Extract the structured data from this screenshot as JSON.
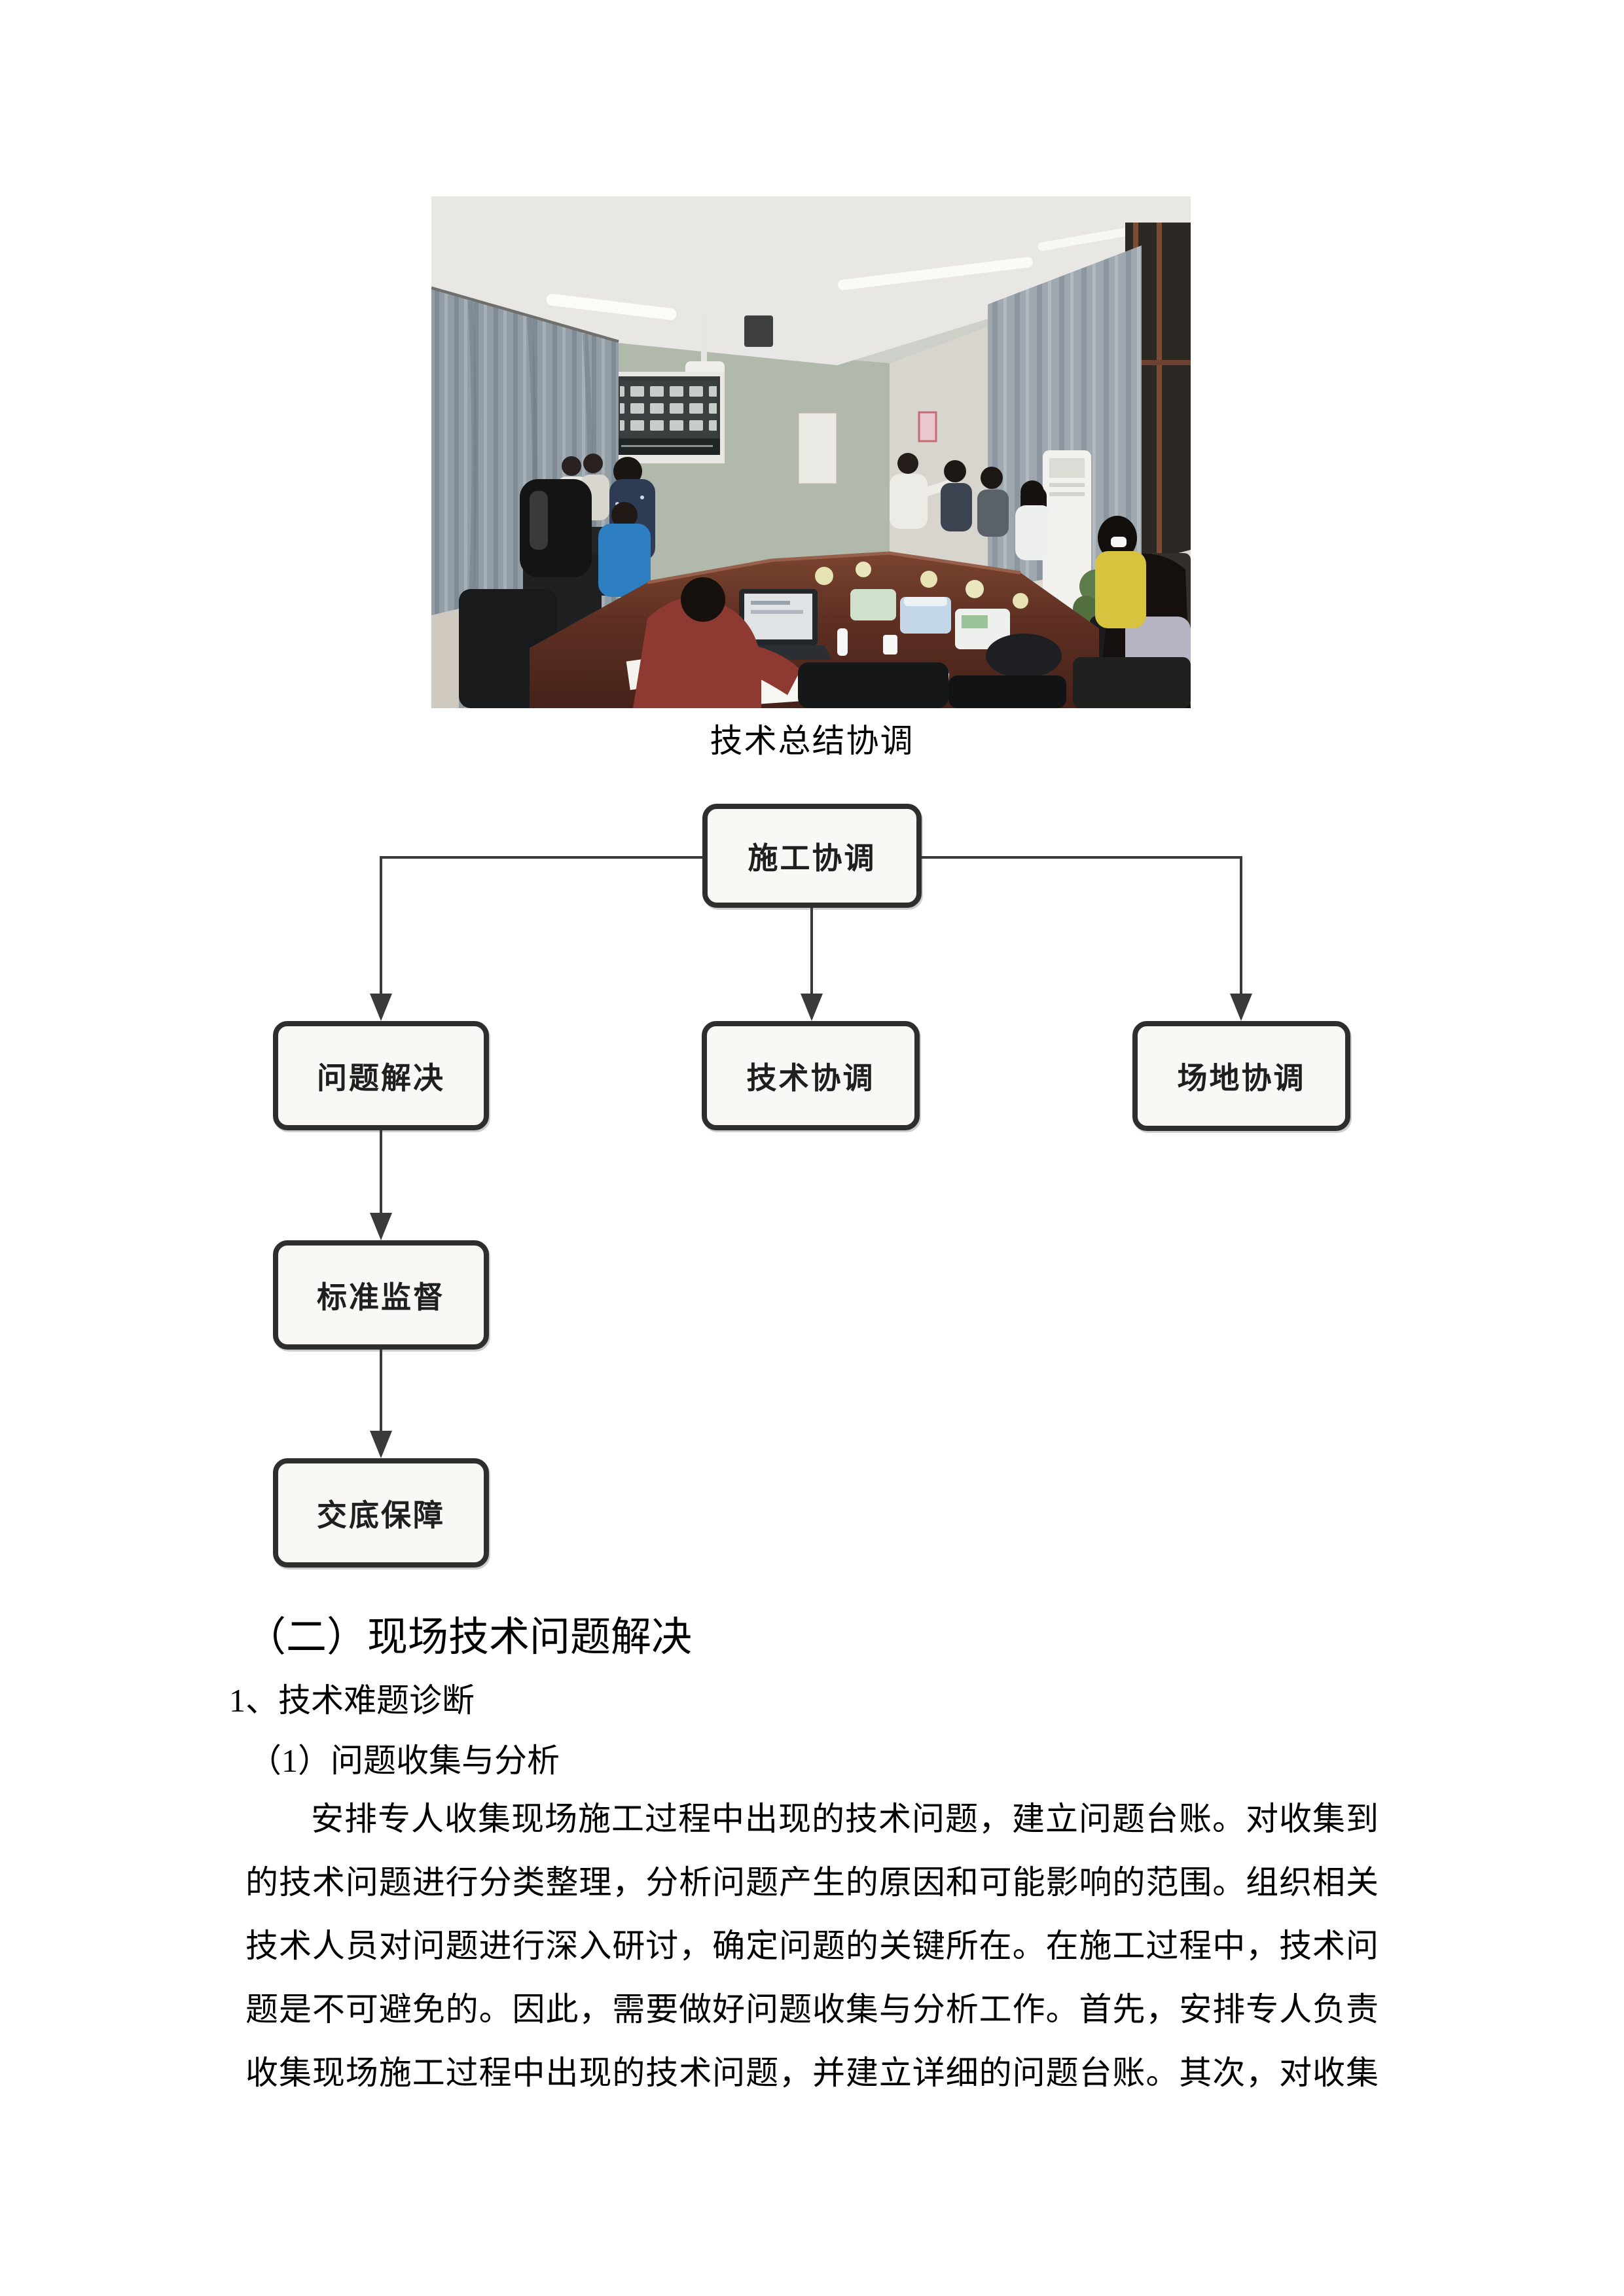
{
  "photo": {
    "caption": "技术总结协调"
  },
  "flowchart": {
    "nodes": [
      {
        "label": "施工协调"
      },
      {
        "label": "问题解决"
      },
      {
        "label": "技术协调"
      },
      {
        "label": "场地协调"
      },
      {
        "label": "标准监督"
      },
      {
        "label": "交底保障"
      }
    ]
  },
  "sections": {
    "heading": "（二）现场技术问题解决",
    "subheading1": "1、技术难题诊断",
    "subheading2": "（1）问题收集与分析",
    "paragraph_lines": [
      "安排专人收集现场施工过程中出现的技术问题，建立问题台账。对收集到",
      "的技术问题进行分类整理，分析问题产生的原因和可能影响的范围。组织相关",
      "技术人员对问题进行深入研讨，确定问题的关键所在。在施工过程中，技术问",
      "题是不可避免的。因此，需要做好问题收集与分析工作。首先，安排专人负责",
      "收集现场施工过程中出现的技术问题，并建立详细的问题台账。其次，对收集"
    ]
  },
  "colors": {
    "box_fill": "#f9f8f5",
    "box_border": "#2e2e2e",
    "connector": "#3a3a3a",
    "table_brown": "#5e2f22",
    "curtain_gray": "#939da6"
  }
}
